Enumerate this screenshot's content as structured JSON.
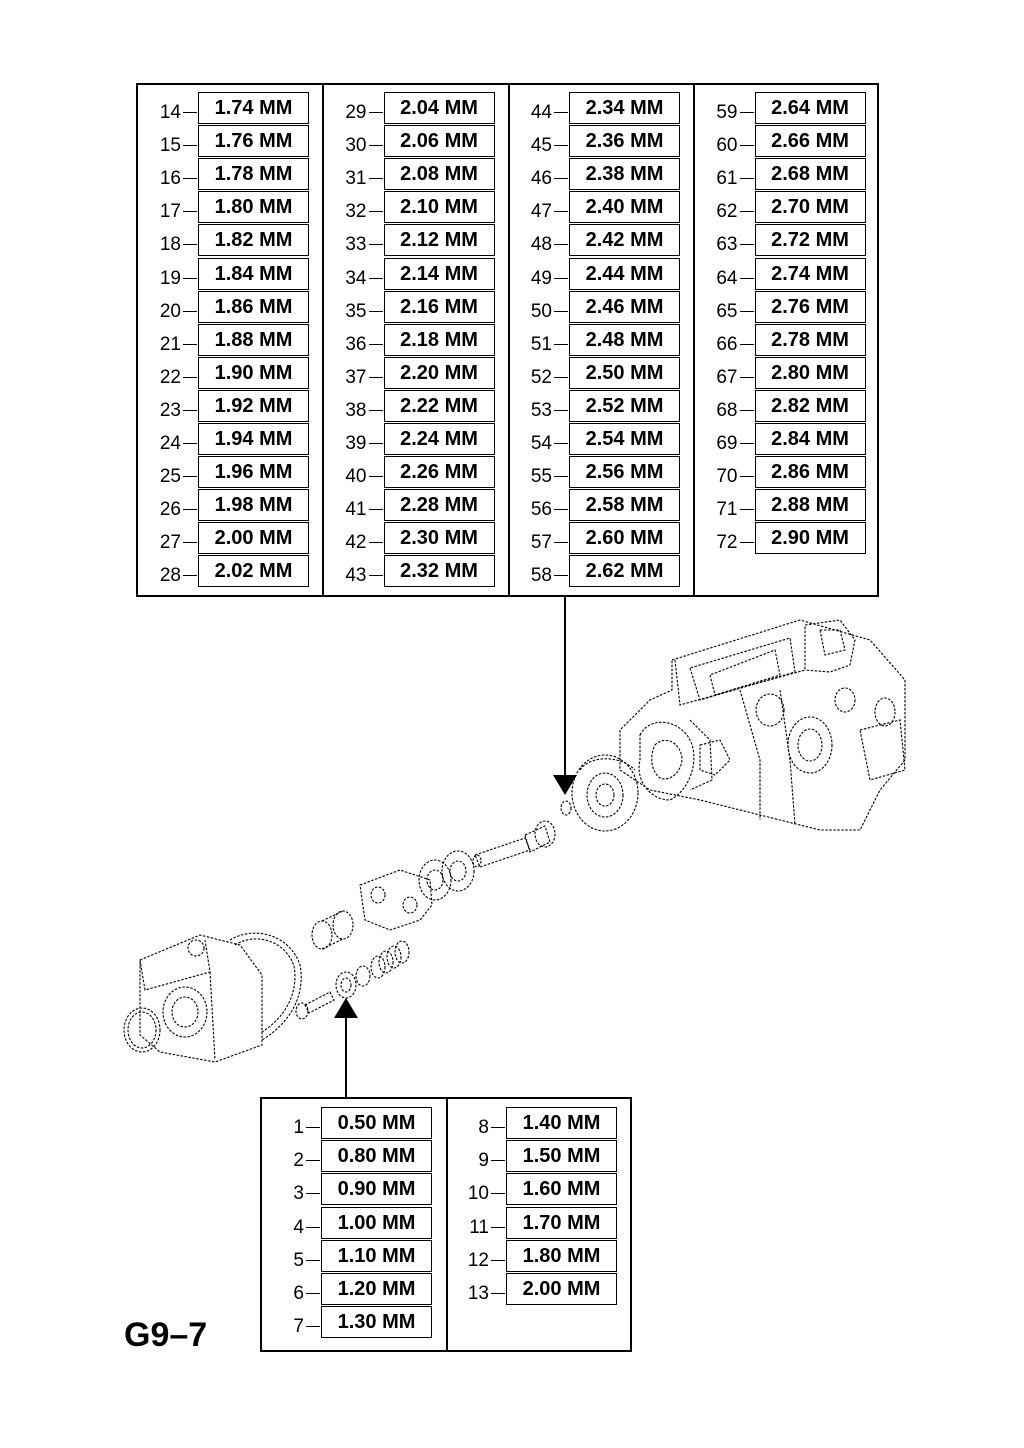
{
  "top_table": {
    "columns": [
      [
        {
          "n": "14",
          "size": "1.74 MM"
        },
        {
          "n": "15",
          "size": "1.76 MM"
        },
        {
          "n": "16",
          "size": "1.78 MM"
        },
        {
          "n": "17",
          "size": "1.80 MM"
        },
        {
          "n": "18",
          "size": "1.82 MM"
        },
        {
          "n": "19",
          "size": "1.84 MM"
        },
        {
          "n": "20",
          "size": "1.86 MM"
        },
        {
          "n": "21",
          "size": "1.88 MM"
        },
        {
          "n": "22",
          "size": "1.90 MM"
        },
        {
          "n": "23",
          "size": "1.92 MM"
        },
        {
          "n": "24",
          "size": "1.94 MM"
        },
        {
          "n": "25",
          "size": "1.96 MM"
        },
        {
          "n": "26",
          "size": "1.98 MM"
        },
        {
          "n": "27",
          "size": "2.00 MM"
        },
        {
          "n": "28",
          "size": "2.02 MM"
        }
      ],
      [
        {
          "n": "29",
          "size": "2.04 MM"
        },
        {
          "n": "30",
          "size": "2.06 MM"
        },
        {
          "n": "31",
          "size": "2.08 MM"
        },
        {
          "n": "32",
          "size": "2.10 MM"
        },
        {
          "n": "33",
          "size": "2.12 MM"
        },
        {
          "n": "34",
          "size": "2.14 MM"
        },
        {
          "n": "35",
          "size": "2.16 MM"
        },
        {
          "n": "36",
          "size": "2.18 MM"
        },
        {
          "n": "37",
          "size": "2.20 MM"
        },
        {
          "n": "38",
          "size": "2.22 MM"
        },
        {
          "n": "39",
          "size": "2.24 MM"
        },
        {
          "n": "40",
          "size": "2.26 MM"
        },
        {
          "n": "41",
          "size": "2.28 MM"
        },
        {
          "n": "42",
          "size": "2.30 MM"
        },
        {
          "n": "43",
          "size": "2.32 MM"
        }
      ],
      [
        {
          "n": "44",
          "size": "2.34 MM"
        },
        {
          "n": "45",
          "size": "2.36 MM"
        },
        {
          "n": "46",
          "size": "2.38 MM"
        },
        {
          "n": "47",
          "size": "2.40 MM"
        },
        {
          "n": "48",
          "size": "2.42 MM"
        },
        {
          "n": "49",
          "size": "2.44 MM"
        },
        {
          "n": "50",
          "size": "2.46 MM"
        },
        {
          "n": "51",
          "size": "2.48 MM"
        },
        {
          "n": "52",
          "size": "2.50 MM"
        },
        {
          "n": "53",
          "size": "2.52 MM"
        },
        {
          "n": "54",
          "size": "2.54 MM"
        },
        {
          "n": "55",
          "size": "2.56 MM"
        },
        {
          "n": "56",
          "size": "2.58 MM"
        },
        {
          "n": "57",
          "size": "2.60 MM"
        },
        {
          "n": "58",
          "size": "2.62 MM"
        }
      ],
      [
        {
          "n": "59",
          "size": "2.64 MM"
        },
        {
          "n": "60",
          "size": "2.66 MM"
        },
        {
          "n": "61",
          "size": "2.68 MM"
        },
        {
          "n": "62",
          "size": "2.70 MM"
        },
        {
          "n": "63",
          "size": "2.72 MM"
        },
        {
          "n": "64",
          "size": "2.74 MM"
        },
        {
          "n": "65",
          "size": "2.76 MM"
        },
        {
          "n": "66",
          "size": "2.78 MM"
        },
        {
          "n": "67",
          "size": "2.80 MM"
        },
        {
          "n": "68",
          "size": "2.82 MM"
        },
        {
          "n": "69",
          "size": "2.84 MM"
        },
        {
          "n": "70",
          "size": "2.86 MM"
        },
        {
          "n": "71",
          "size": "2.88 MM"
        },
        {
          "n": "72",
          "size": "2.90 MM"
        }
      ]
    ]
  },
  "bottom_table": {
    "columns": [
      [
        {
          "n": "1",
          "size": "0.50 MM"
        },
        {
          "n": "2",
          "size": "0.80 MM"
        },
        {
          "n": "3",
          "size": "0.90 MM"
        },
        {
          "n": "4",
          "size": "1.00 MM"
        },
        {
          "n": "5",
          "size": "1.10 MM"
        },
        {
          "n": "6",
          "size": "1.20 MM"
        },
        {
          "n": "7",
          "size": "1.30 MM"
        }
      ],
      [
        {
          "n": "8",
          "size": "1.40 MM"
        },
        {
          "n": "9",
          "size": "1.50 MM"
        },
        {
          "n": "10",
          "size": "1.60 MM"
        },
        {
          "n": "11",
          "size": "1.70 MM"
        },
        {
          "n": "12",
          "size": "1.80 MM"
        },
        {
          "n": "13",
          "size": "2.00 MM"
        }
      ]
    ]
  },
  "page_code": "G9–7",
  "line_color": "#000000"
}
